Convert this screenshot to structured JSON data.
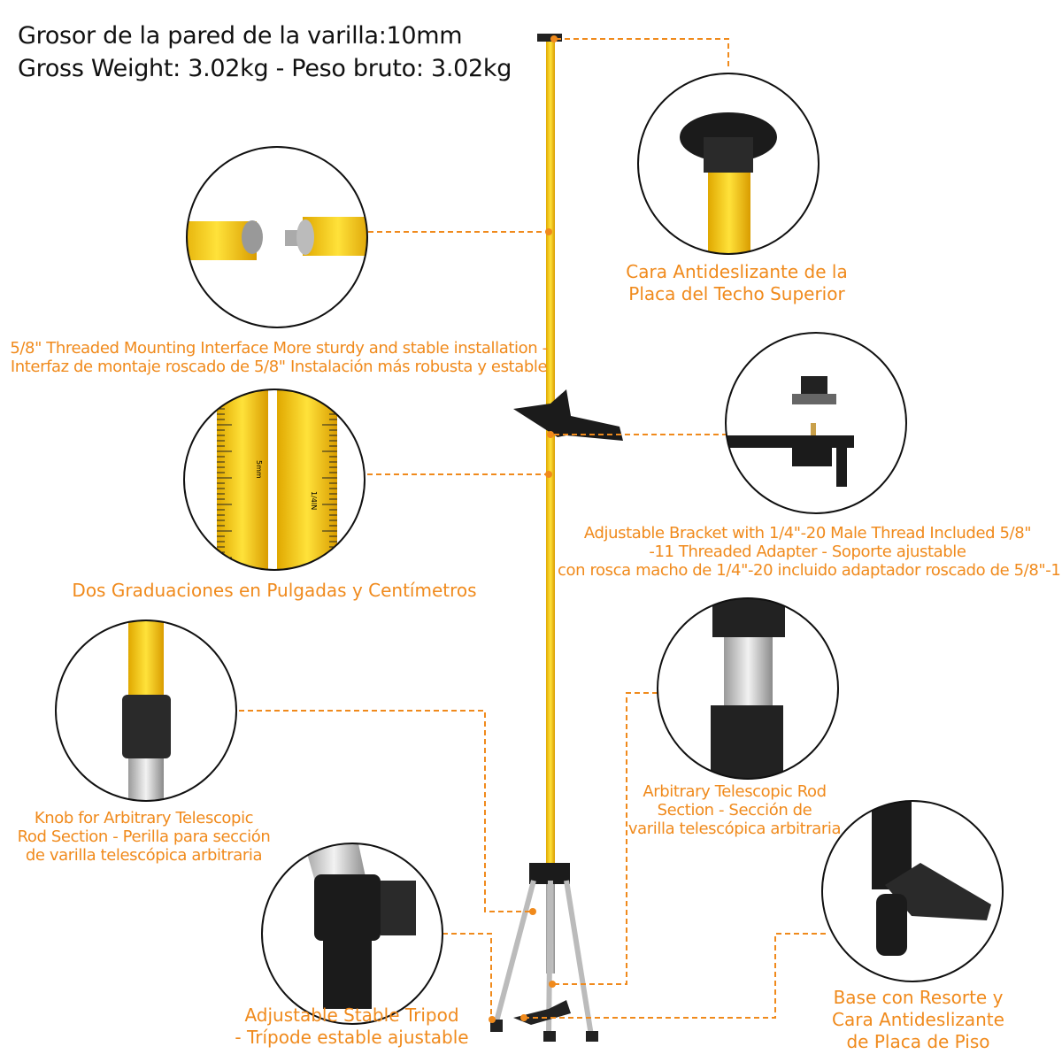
{
  "header": {
    "line1": "Grosor de la pared de la varilla:10mm",
    "line2": "Gross Weight: 3.02kg - Peso bruto: 3.02kg"
  },
  "callouts": {
    "ceiling_plate": [
      "Cara Antideslizante de la",
      "Placa del Techo Superior"
    ],
    "thread_interface": [
      "5/8\" Threaded Mounting Interface More sturdy and stable installation -",
      "Interfaz de montaje roscado de 5/8\" Instalación más robusta y estable"
    ],
    "bracket": [
      "Adjustable Bracket with 1/4\"-20 Male Thread Included 5/8\"",
      "-11 Threaded Adapter - Soporte ajustable",
      "con rosca macho de 1/4\"-20 incluido adaptador roscado de 5/8\"-11"
    ],
    "graduations": [
      "Dos Graduaciones en Pulgadas y Centímetros"
    ],
    "knob": [
      "Knob for Arbitrary Telescopic",
      "Rod Section - Perilla para sección",
      "de varilla telescópica arbitraria"
    ],
    "telescopic": [
      "Arbitrary Telescopic Rod",
      "Section - Sección de",
      "varilla telescópica arbitraria"
    ],
    "tripod": [
      "Adjustable Stable Tripod",
      "- Trípode estable ajustable"
    ],
    "base": [
      "Base con Resorte y",
      "Cara Antideslizante",
      "de Placa de Piso"
    ]
  },
  "scale_labels": {
    "mm": "5mm",
    "inch": "1/4IN"
  },
  "colors": {
    "accent": "#f08a1c",
    "rod": "#f5d21a",
    "text": "#111111"
  }
}
